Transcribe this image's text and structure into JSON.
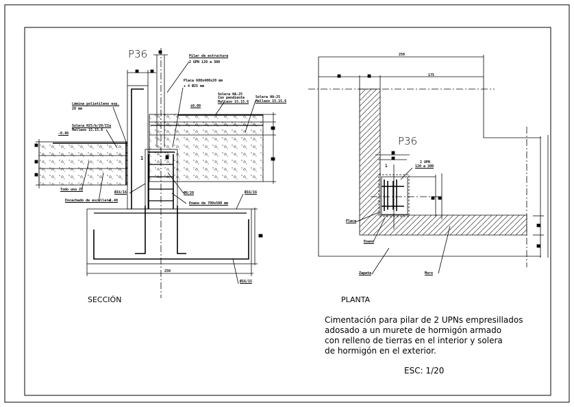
{
  "seccion": {
    "title": "SECCIÓN",
    "column_label": "P36",
    "labels": {
      "pilar": "Pilar de estructura",
      "upn": "2 UPN 120 a 300",
      "placa": "Placa 600x400x20 mm",
      "placa2": "+ 4 Ø25 mm",
      "solera_pend": "Solera HA-25",
      "solera_pend2": "Con pendiente",
      "solera_pend3": "Mallazo 15.15.6",
      "solera_right": "Solera HA-25",
      "solera_right2": "Mallazo 15.15.6",
      "level_top": "±0.00",
      "lamina": "Lámina polietileno exp.",
      "lamina2": "20 mm",
      "solera_left": "Solera H25/b/20/IIa",
      "solera_left2": "Mallazo 15.15.6",
      "level_left": "-0.40",
      "todo_uno": "Todo uno Z2",
      "encachado": "Encachado de escollera",
      "bar_16": "Ø16/16",
      "estribo": "Ø8/20",
      "enano": "Enano de 700x500 mm",
      "bar_16b": "Ø16/16",
      "level_bottom": "-1.40",
      "bar_15": "Ø16/15",
      "ref": "1",
      "dim_width": "250"
    }
  },
  "planta": {
    "title": "PLANTA",
    "column_label": "P36",
    "labels": {
      "upn": "2 UPN",
      "upn2": "120 a 300",
      "placa": "Placa",
      "enano": "Enano",
      "zapata": "Zapata",
      "muro": "Muro",
      "ref": "1",
      "dim_total": "250",
      "dim_part": "175"
    }
  },
  "description": "Cimentación para pilar de 2 UPNs empresillados\nadosado a un murete de hormigón armado\ncon relleno de tierras en el interior y solera\nde hormigón en el exterior.",
  "scale": "ESC: 1/20"
}
